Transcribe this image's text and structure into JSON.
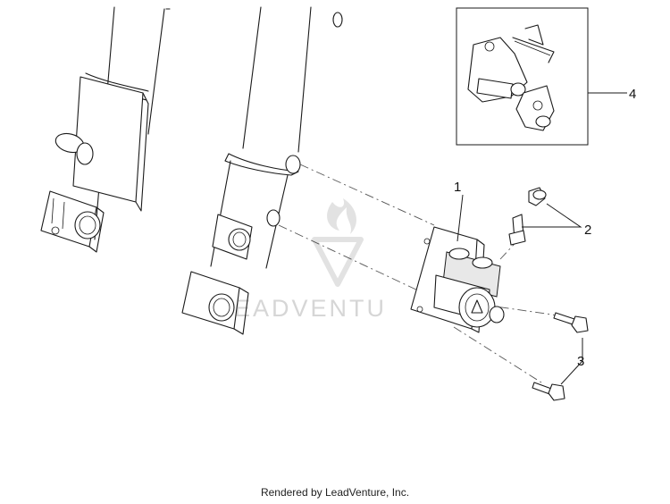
{
  "callouts": [
    "1",
    "2",
    "3",
    "4"
  ],
  "watermark": "EADVENTU",
  "footer": "Rendered by LeadVenture, Inc."
}
